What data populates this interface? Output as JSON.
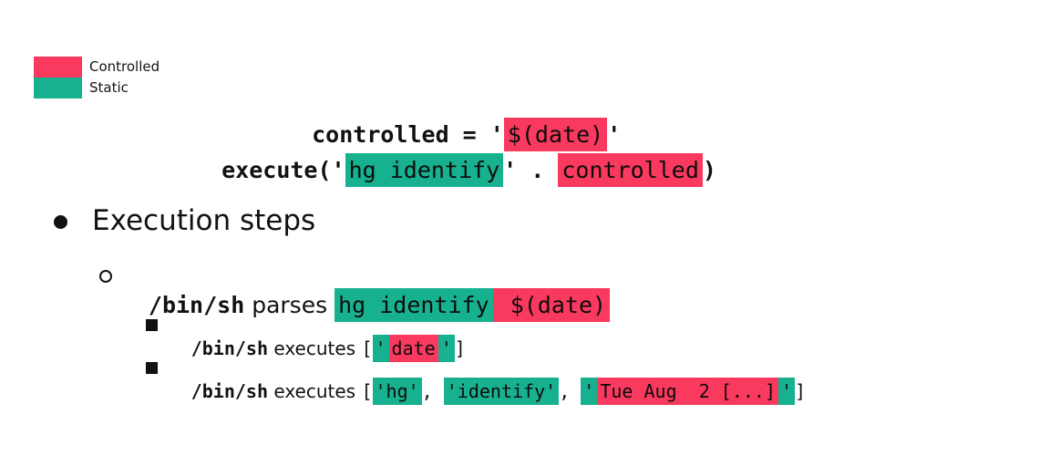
{
  "colors": {
    "controlled": "#F9395E",
    "static": "#17B190",
    "text": "#111111",
    "background": "#FFFFFF"
  },
  "legend": {
    "items": [
      {
        "label": "Controlled",
        "color": "#F9395E"
      },
      {
        "label": "Static",
        "color": "#17B190"
      }
    ]
  },
  "code_block": {
    "line1": {
      "segments": [
        {
          "t": "controlled = '",
          "kind": "plain"
        },
        {
          "t": "$(date)",
          "kind": "controlled"
        },
        {
          "t": "'",
          "kind": "plain"
        }
      ]
    },
    "line2": {
      "segments": [
        {
          "t": "execute('",
          "kind": "plain"
        },
        {
          "t": "hg identify",
          "kind": "static"
        },
        {
          "t": "' . ",
          "kind": "plain"
        },
        {
          "t": "controlled",
          "kind": "controlled"
        },
        {
          "t": ")",
          "kind": "plain"
        }
      ]
    }
  },
  "bullets": {
    "level1": {
      "text": "Execution steps"
    },
    "level2": {
      "segments": [
        {
          "t": "/bin/sh",
          "kind": "mono-bold"
        },
        {
          "t": " parses ",
          "kind": "sans"
        },
        {
          "t": "hg identify",
          "kind": "static"
        },
        {
          "t": " $(date)",
          "kind": "controlled"
        }
      ]
    },
    "level3a": {
      "segments": [
        {
          "t": "/bin/sh",
          "kind": "mono-bold"
        },
        {
          "t": " executes ",
          "kind": "sans"
        },
        {
          "t": "[",
          "kind": "mono"
        },
        {
          "t": "'",
          "kind": "static"
        },
        {
          "t": "date",
          "kind": "controlled"
        },
        {
          "t": "'",
          "kind": "static"
        },
        {
          "t": "]",
          "kind": "mono"
        }
      ]
    },
    "level3b": {
      "segments": [
        {
          "t": "/bin/sh",
          "kind": "mono-bold"
        },
        {
          "t": " executes ",
          "kind": "sans"
        },
        {
          "t": "[",
          "kind": "mono"
        },
        {
          "t": "'hg'",
          "kind": "static"
        },
        {
          "t": ", ",
          "kind": "mono"
        },
        {
          "t": "'identify'",
          "kind": "static"
        },
        {
          "t": ", ",
          "kind": "mono"
        },
        {
          "t": "'",
          "kind": "static"
        },
        {
          "t": "Tue Aug  2 [...]",
          "kind": "controlled"
        },
        {
          "t": "'",
          "kind": "static"
        },
        {
          "t": "]",
          "kind": "mono"
        }
      ]
    }
  }
}
